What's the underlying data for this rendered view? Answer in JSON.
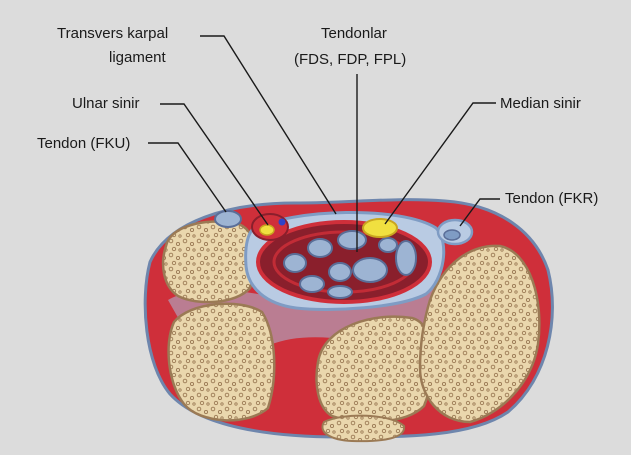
{
  "labels": {
    "transverse_ligament": [
      "Transvers karpal",
      "ligament"
    ],
    "tendons": [
      "Tendonlar",
      "(FDS, FDP, FPL)"
    ],
    "median_nerve": "Median sinir",
    "ulnar_nerve": "Ulnar sinir",
    "fku_tendon": "Tendon (FKU)",
    "fkr_tendon": "Tendon (FKR)"
  },
  "colors": {
    "background": "#dcdcdc",
    "bone_fill": "#ead7ad",
    "bone_stroke": "#9b7a55",
    "muscle_red": "#cf2f3a",
    "dark_red": "#8a1f2c",
    "tendon_blue": "#9db4d3",
    "sheath_blue": "#7f9cc4",
    "nerve_yellow": "#f0e040",
    "leader_line": "#1a1a1a"
  }
}
